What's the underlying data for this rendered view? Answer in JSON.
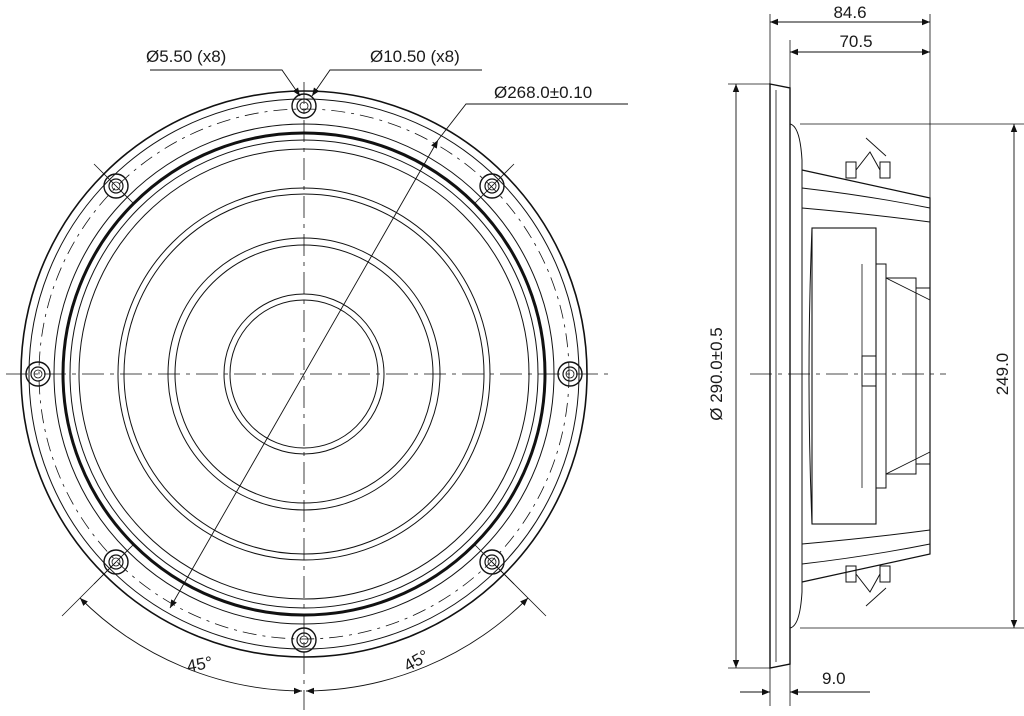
{
  "front_view": {
    "hole_small": "Ø5.50 (x8)",
    "hole_large": "Ø10.50 (x8)",
    "bolt_circle": "Ø268.0±0.10",
    "angle_left": "45°",
    "angle_right": "45°"
  },
  "side_view": {
    "overall_depth": "84.6",
    "depth_behind_flange": "70.5",
    "outer_diameter": "Ø 290.0±0.5",
    "cutout_diameter": "249.0",
    "flange_thickness": "9.0"
  }
}
